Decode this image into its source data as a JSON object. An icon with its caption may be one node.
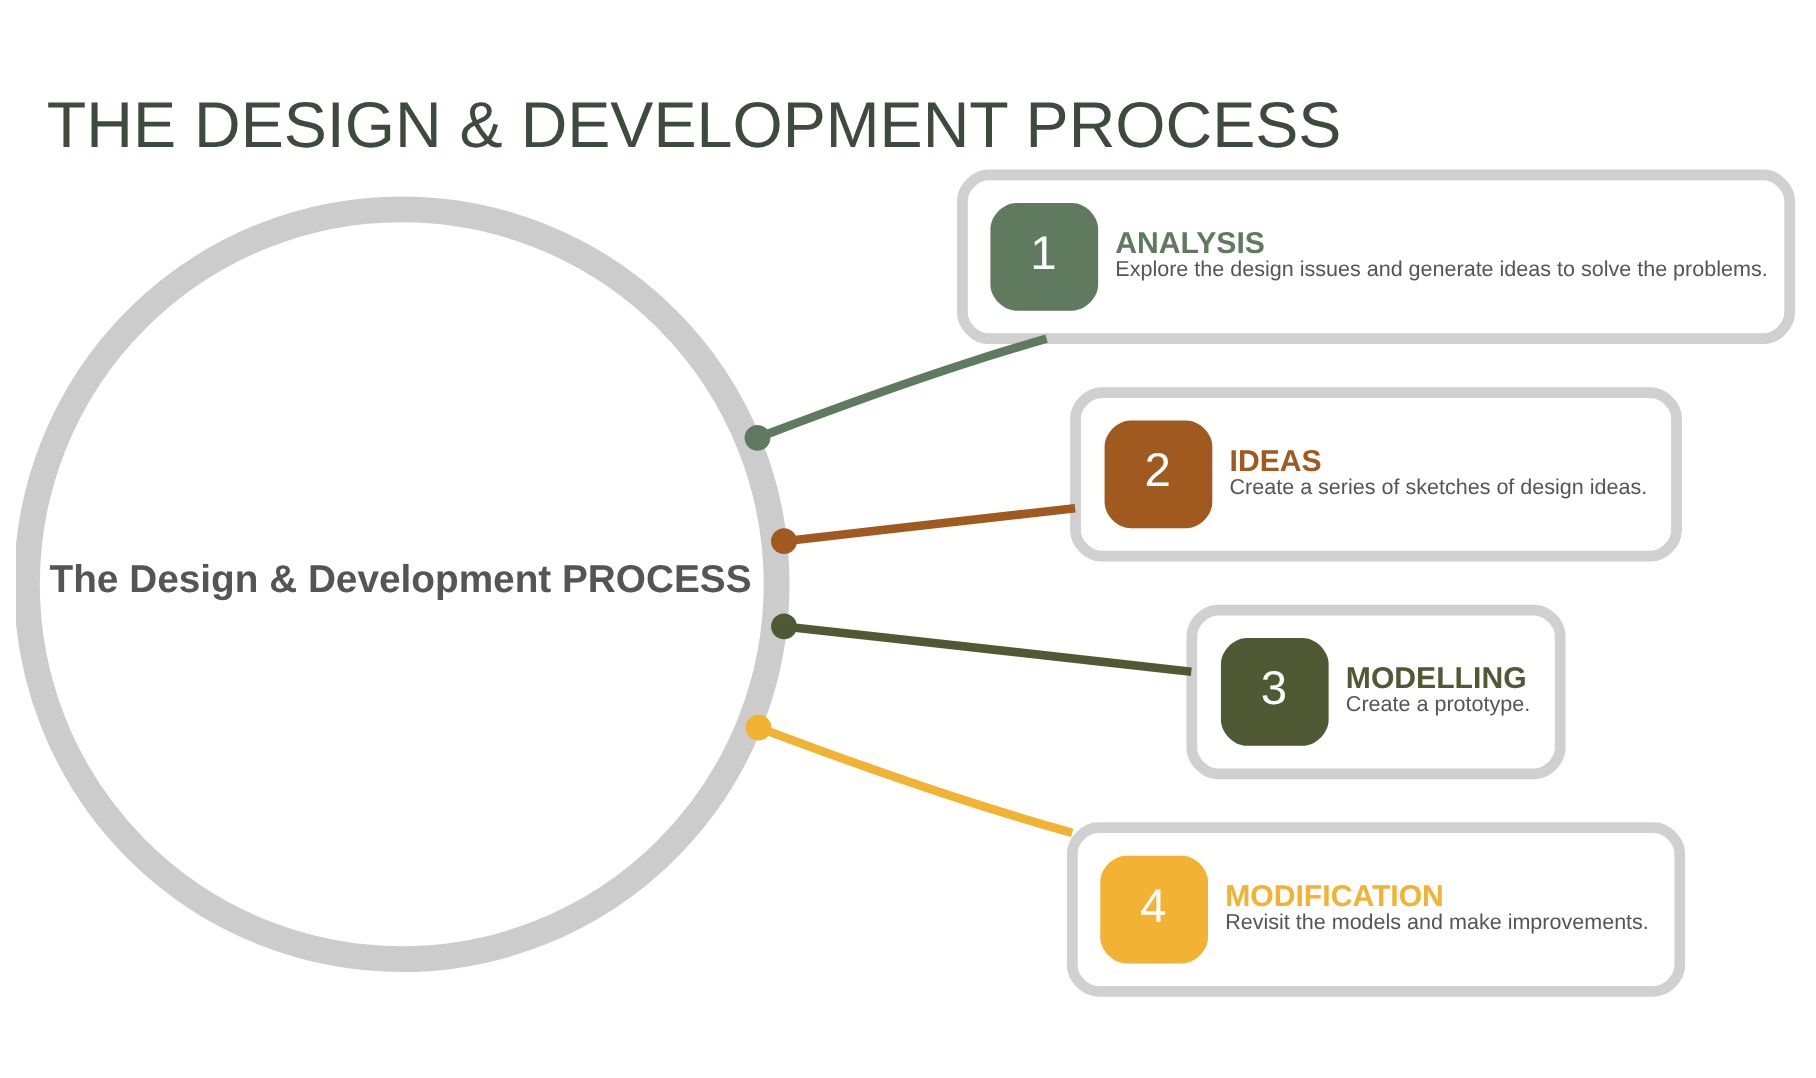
{
  "diagram": {
    "title": "THE DESIGN & DEVELOPMENT PROCESS",
    "nodes": [
      {
        "text": [
          "The Design & Development PROCESS"
        ]
      },
      {
        "text": [
          "1",
          "ANALYSIS",
          "Explore the design issues and generate ideas to solve the problems."
        ]
      },
      {
        "text": [
          "2",
          "IDEAS",
          "Create a series of sketches of design ideas."
        ]
      },
      {
        "text": [
          "3",
          "MODELLING",
          "Create a prototype."
        ]
      },
      {
        "text": [
          "4",
          "MODIFICATION",
          "Revisit the models and make improvements."
        ]
      }
    ],
    "edges": [
      {
        "from": 0,
        "to": 1,
        "arrow": "other",
        "color": "#5f7a5f"
      },
      {
        "from": 0,
        "to": 2,
        "arrow": "other",
        "color": "#a0591f"
      },
      {
        "from": 0,
        "to": 3,
        "arrow": "other",
        "color": "#4f5a35"
      },
      {
        "from": 0,
        "to": 4,
        "arrow": "other",
        "color": "#f2b233"
      }
    ]
  }
}
